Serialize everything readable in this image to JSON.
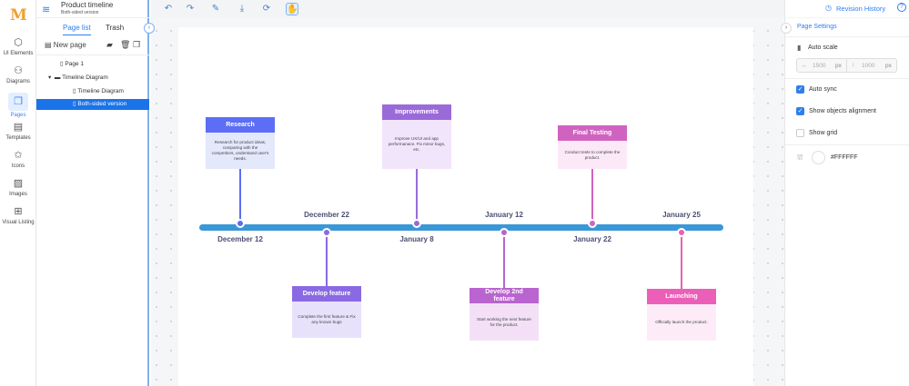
{
  "rail": [
    {
      "label": "UI Elements",
      "icon": "cube-icon"
    },
    {
      "label": "Diagrams",
      "icon": "diagram-icon"
    },
    {
      "label": "Pages",
      "icon": "pages-icon",
      "active": true
    },
    {
      "label": "Templates",
      "icon": "templates-icon"
    },
    {
      "label": "Icons",
      "icon": "star-icon"
    },
    {
      "label": "Images",
      "icon": "image-icon"
    },
    {
      "label": "Visual Listing",
      "icon": "grid-icon"
    }
  ],
  "project": {
    "title": "Product timeline",
    "subtitle": "Both-sided version"
  },
  "tabs": [
    "Page list",
    "Trash"
  ],
  "new_page": "New page",
  "tree": [
    {
      "label": "Page 1"
    },
    {
      "label": "Timeline Diagram"
    },
    {
      "label": "Timeline Diagram"
    },
    {
      "label": "Both-sided version",
      "selected": true
    }
  ],
  "header": {
    "revision": "Revision History"
  },
  "settings": {
    "title": "Page Settings",
    "auto_scale": "Auto scale",
    "width": "1500",
    "height": "1000",
    "unit": "px",
    "auto_sync": "Auto sync",
    "auto_sync_on": true,
    "alignment": "Show objects alignment",
    "alignment_on": true,
    "grid": "Show grid",
    "grid_on": false,
    "bg_color": "#FFFFFF"
  },
  "timeline": {
    "bar_color": "#3a97d8",
    "top": [
      {
        "title": "Research",
        "text": "Research for product ideas, comparing with the competitors, understand user's needs.",
        "date": "December 12",
        "color": "#5b6ef5",
        "bg": "#e4e8fb"
      },
      {
        "title": "Improvements",
        "text": "Improve UX/UI and app performanace. Fix minor bugs, etc.",
        "date": "January 8",
        "color": "#9b6ad9",
        "bg": "#f1e5fb"
      },
      {
        "title": "Final Testing",
        "text": "Conduct tests to complete the product.",
        "date": "January 22",
        "color": "#d063c0",
        "bg": "#fce9f8"
      }
    ],
    "bottom": [
      {
        "title": "Develop feature",
        "text": "Complete the first feature & Fix any known bugs",
        "date": "December 22",
        "color": "#8a6ae3",
        "bg": "#e8e1fb"
      },
      {
        "title": "Develop 2nd feature",
        "text": "Start working the next feature for the product.",
        "date": "January 12",
        "color": "#b964cf",
        "bg": "#f3e0f6"
      },
      {
        "title": "Launching",
        "text": "Officially launch the product.",
        "date": "January 25",
        "color": "#ec5fb8",
        "bg": "#fdecf7"
      }
    ]
  }
}
